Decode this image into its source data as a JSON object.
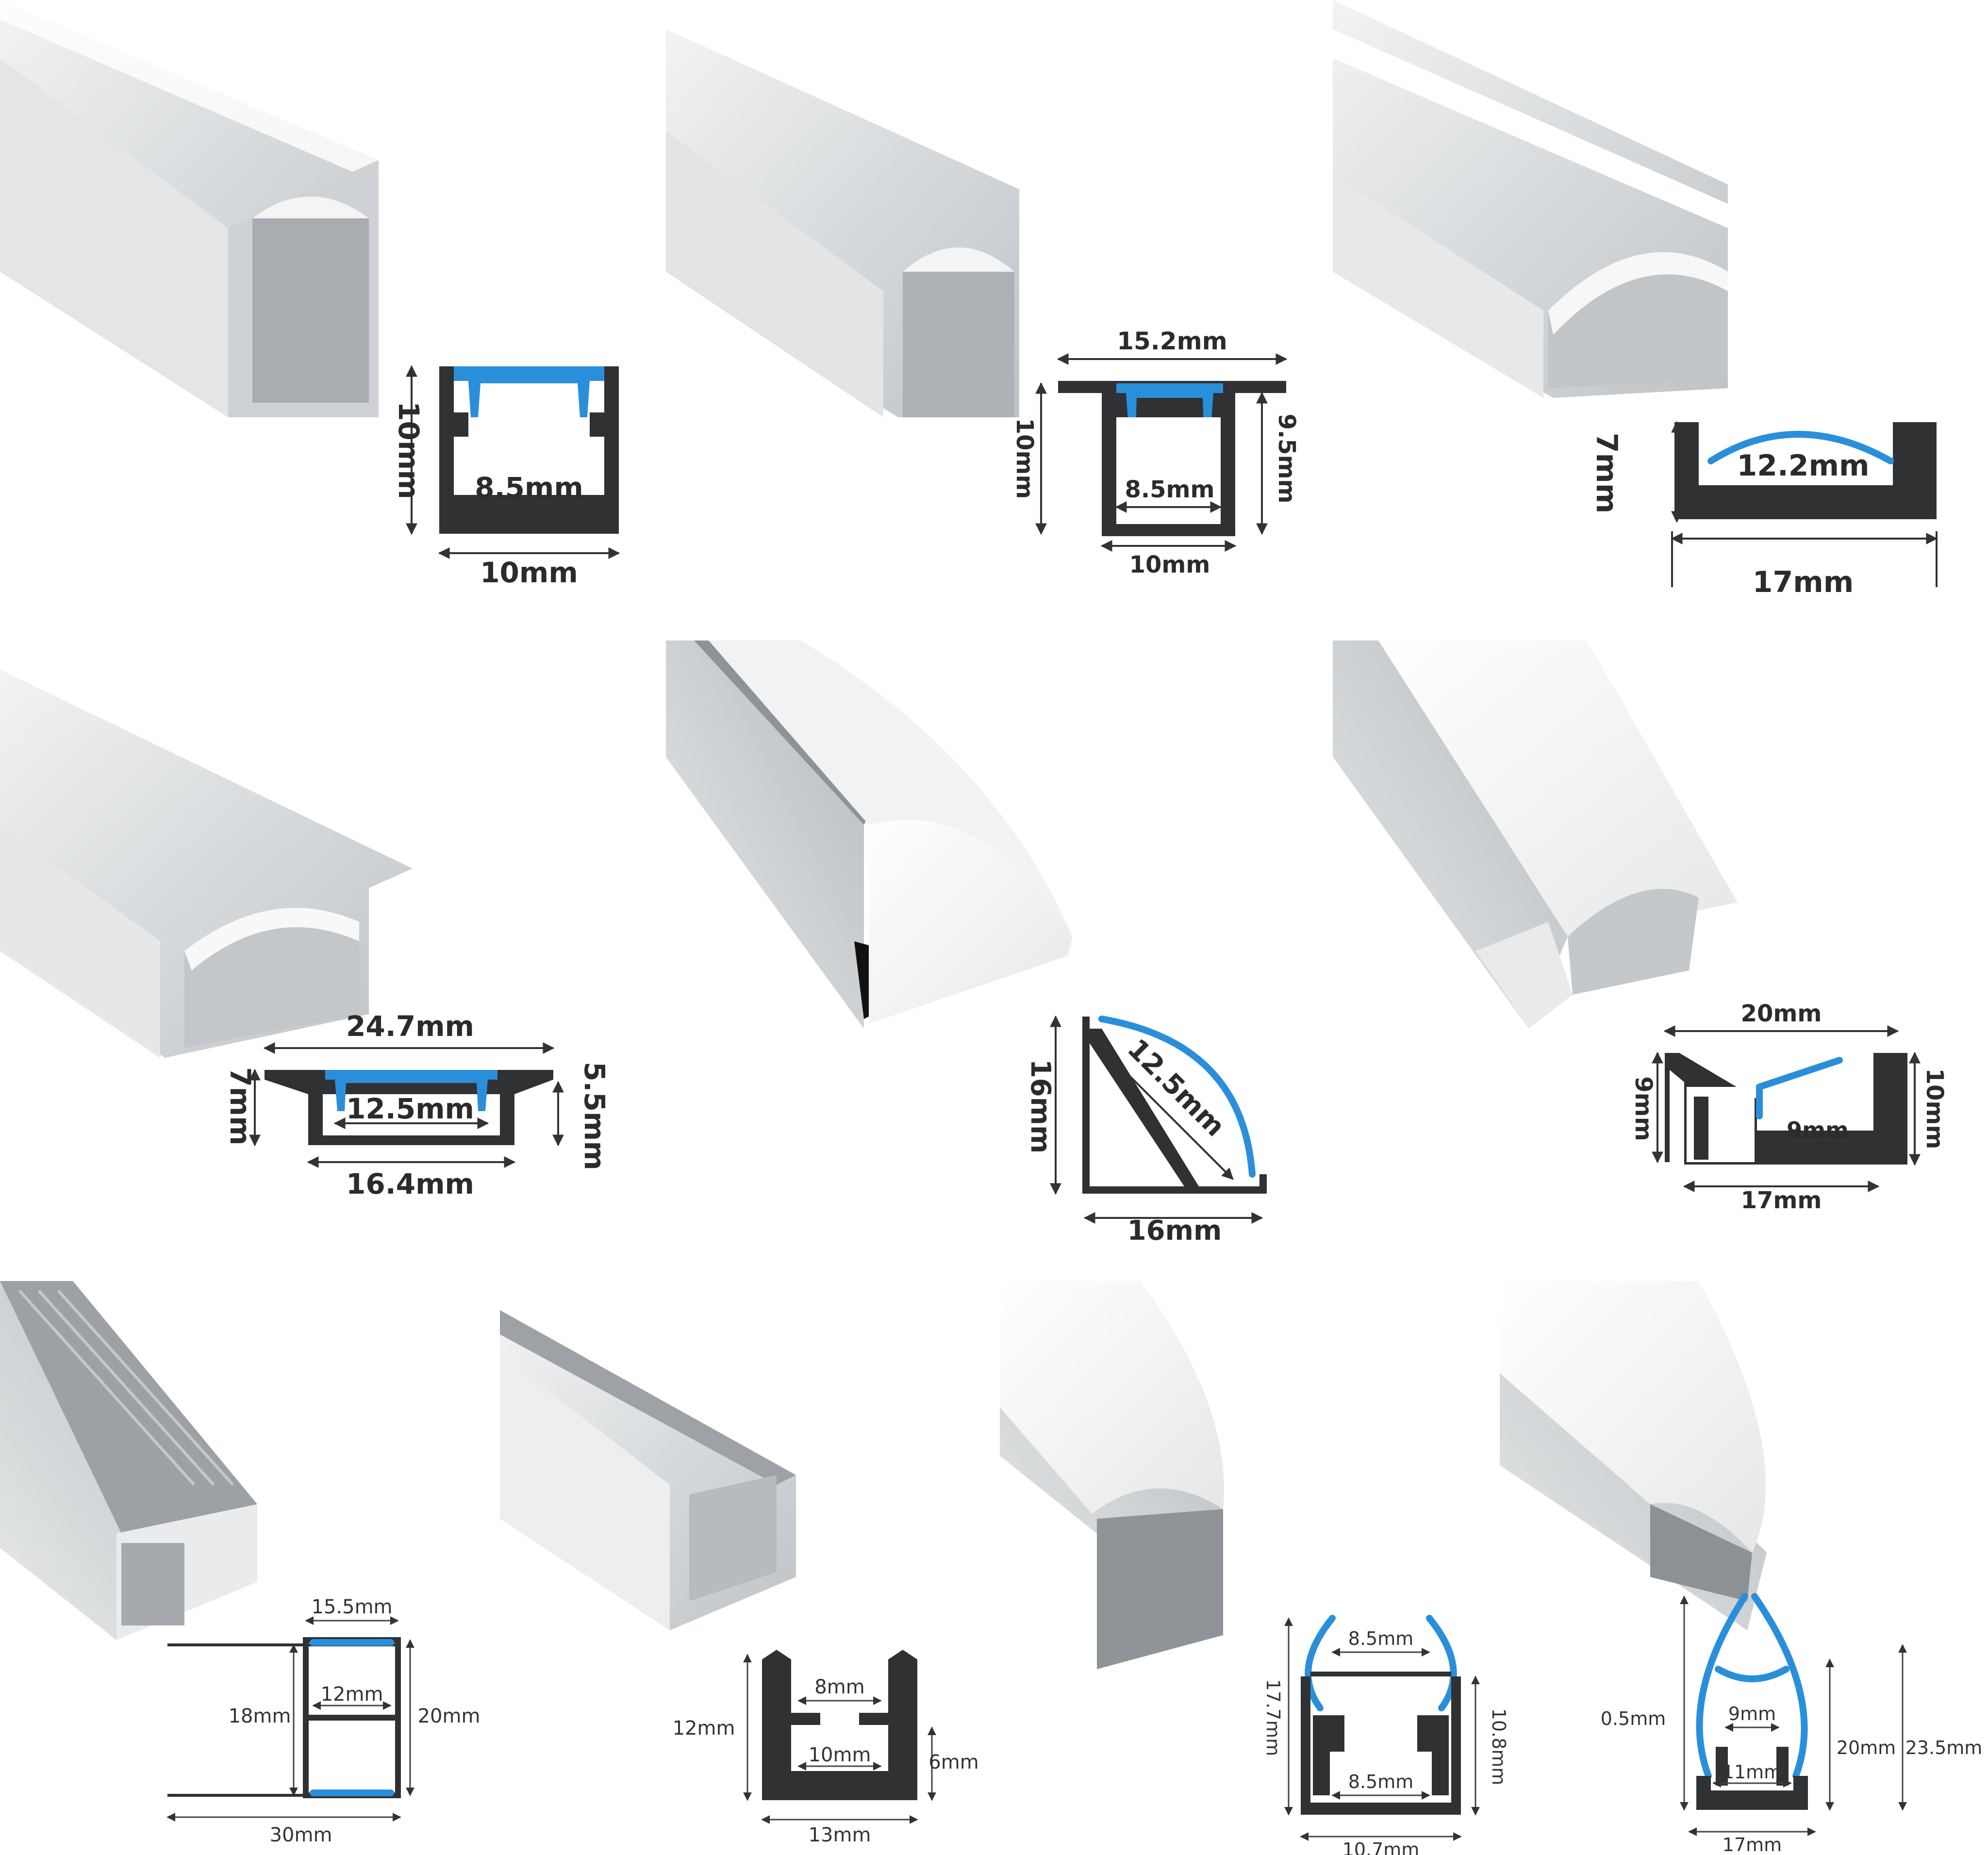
{
  "colors": {
    "profile": "#2f3133",
    "diffuser": "#2a8fdb",
    "aluminium": "#d9dcde",
    "cover": "#eeefef"
  },
  "panels": [
    {
      "id": "p1",
      "dims": {
        "height": "10mm",
        "inner": "8.5mm",
        "bottom": "10mm"
      }
    },
    {
      "id": "p2",
      "dims": {
        "top": "15.2mm",
        "height_left": "10mm",
        "height_right": "9.5mm",
        "inner": "8.5mm",
        "bottom": "10mm"
      }
    },
    {
      "id": "p3",
      "dims": {
        "height": "7mm",
        "inner": "12.2mm",
        "bottom": "17mm"
      }
    },
    {
      "id": "p4",
      "dims": {
        "top": "24.7mm",
        "height_left": "7mm",
        "height_right": "5.5mm",
        "inner": "12.5mm",
        "bottom": "16.4mm"
      }
    },
    {
      "id": "p5",
      "dims": {
        "height": "16mm",
        "diagonal": "12.5mm",
        "bottom": "16mm"
      }
    },
    {
      "id": "p6",
      "dims": {
        "top": "20mm",
        "height_left": "9mm",
        "height_right": "10mm",
        "inner": "9mm",
        "bottom": "17mm"
      }
    },
    {
      "id": "p7",
      "dims": {
        "top": "15.5mm",
        "height_left": "18mm",
        "height_right": "20mm",
        "inner": "12mm",
        "bottom": "30mm"
      }
    },
    {
      "id": "p8",
      "dims": {
        "height_left": "12mm",
        "height_right": "6mm",
        "upper": "8mm",
        "inner": "10mm",
        "bottom": "13mm"
      }
    },
    {
      "id": "p9",
      "dims": {
        "top": "8.5mm",
        "height_left": "17.7mm",
        "height_right": "10.8mm",
        "inner": "8.5mm",
        "bottom": "10.7mm"
      }
    },
    {
      "id": "p10",
      "dims": {
        "height_left": "0.5mm",
        "upper": "9mm",
        "inner": "11mm",
        "height_mid": "20mm",
        "height_right": "23.5mm",
        "bottom": "17mm"
      }
    }
  ]
}
